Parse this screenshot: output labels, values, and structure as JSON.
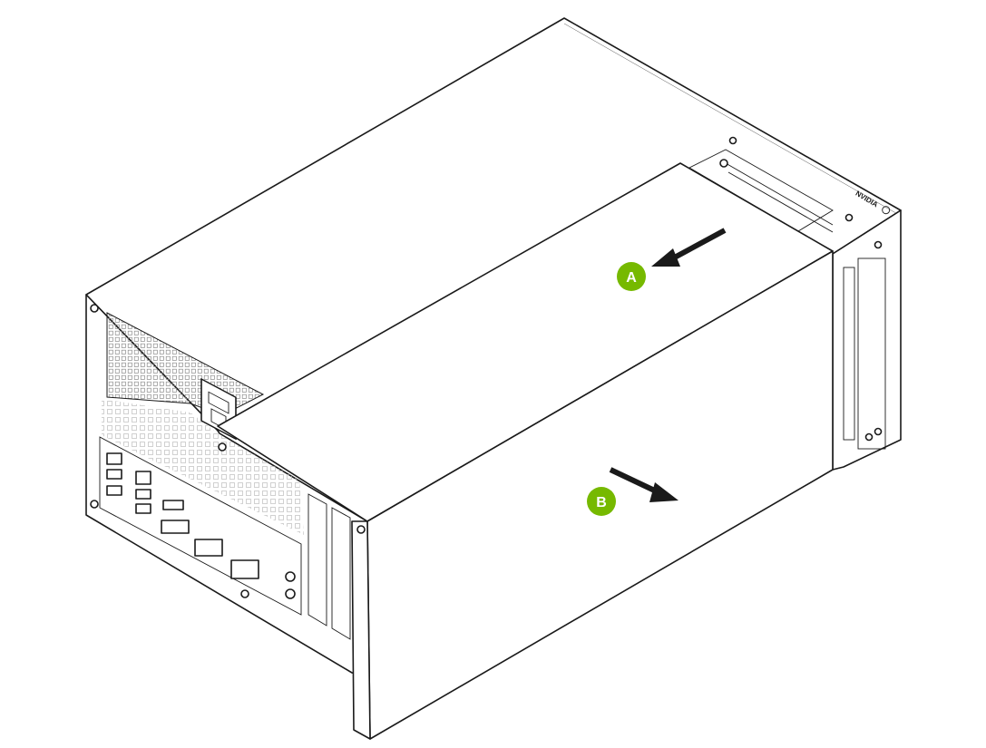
{
  "callouts": [
    {
      "id": "A",
      "label": "A",
      "color": "#76b900",
      "arrow_direction": "up-left"
    },
    {
      "id": "B",
      "label": "B",
      "color": "#76b900",
      "arrow_direction": "down-right"
    }
  ],
  "brand_logo": {
    "text": "NVIDIA",
    "icon": "nvidia-eye-icon"
  },
  "colors": {
    "line": "#1a1a1a",
    "callout": "#76b900",
    "background": "#ffffff"
  }
}
